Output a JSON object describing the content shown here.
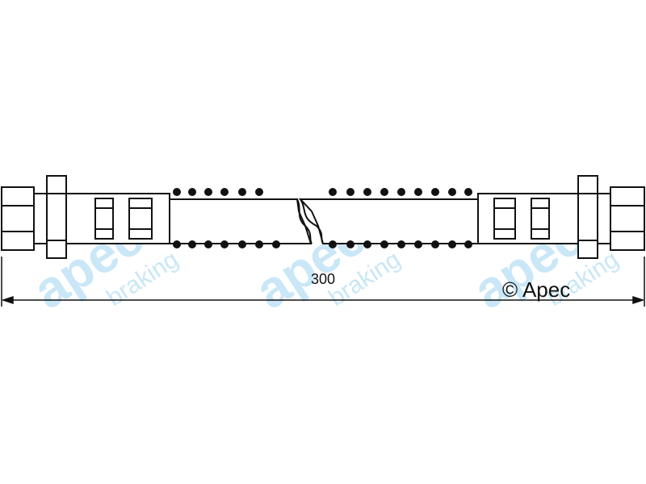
{
  "diagram": {
    "dimension_label": "300",
    "copyright_text": "© Apec",
    "watermark": {
      "logo_text": "apec",
      "sub_text": "braking",
      "color": "#c9e7f6"
    },
    "line_color": "#111111"
  }
}
